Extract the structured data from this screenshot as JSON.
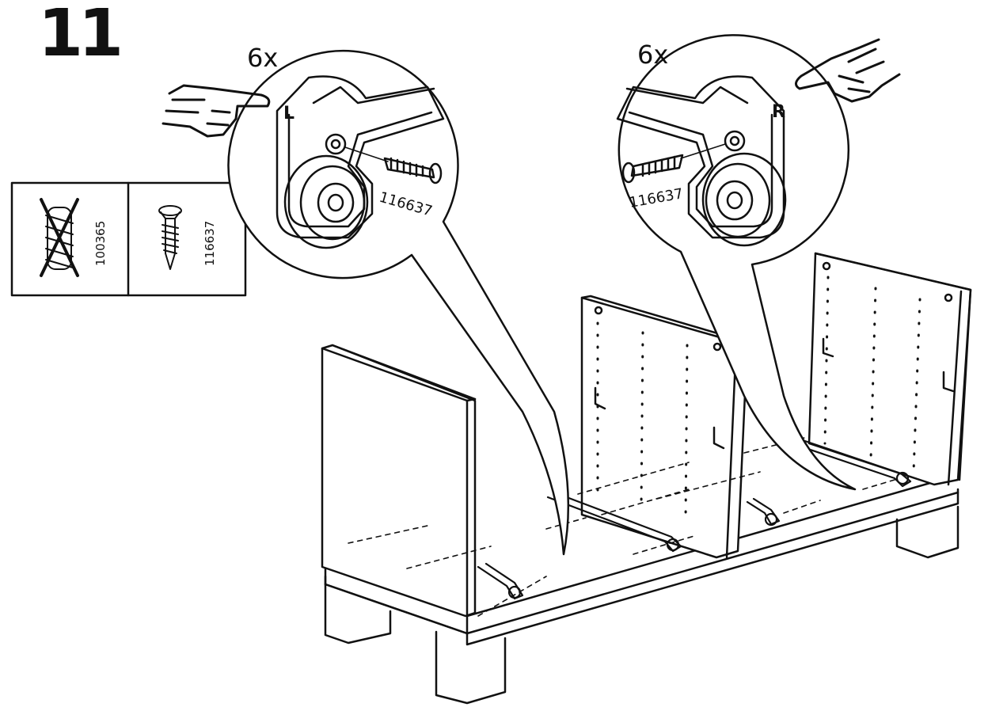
{
  "step": {
    "number": "11"
  },
  "parts_box": {
    "items": [
      {
        "code": "100365",
        "icon": "screw-crossed-out-icon",
        "status": "do-not-use"
      },
      {
        "code": "116637",
        "icon": "wood-screw-icon",
        "status": "use"
      }
    ]
  },
  "callout_left": {
    "quantity": "6x",
    "side_mark": "L",
    "screw_code": "116637",
    "icon": "pointing-hand-icon"
  },
  "callout_right": {
    "quantity": "6x",
    "side_mark": "R",
    "screw_code": "116637",
    "icon": "pointing-hand-icon"
  },
  "colors": {
    "ink": "#111111",
    "paper": "#ffffff"
  }
}
